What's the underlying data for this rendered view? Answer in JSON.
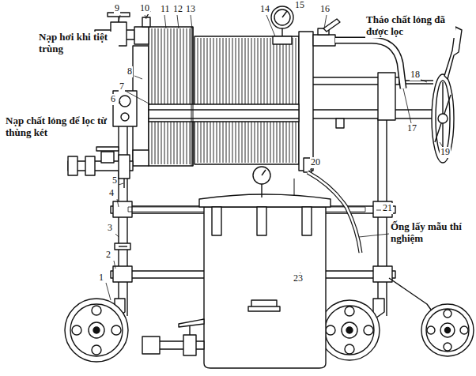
{
  "diagram": {
    "labels": [
      "9",
      "10",
      "11",
      "12",
      "13",
      "14",
      "15",
      "16",
      "Tháo chất lỏng đã được lọc",
      "Nạp hơi khi tiệt trùng",
      "8",
      "7",
      "6",
      "17",
      "18",
      "Nạp chất lỏng để lọc từ thùng két",
      "19",
      "20",
      "5",
      "4",
      "21",
      "Ống lấy mẫu thí nghiệm",
      "3",
      "2",
      "23",
      "1"
    ]
  }
}
